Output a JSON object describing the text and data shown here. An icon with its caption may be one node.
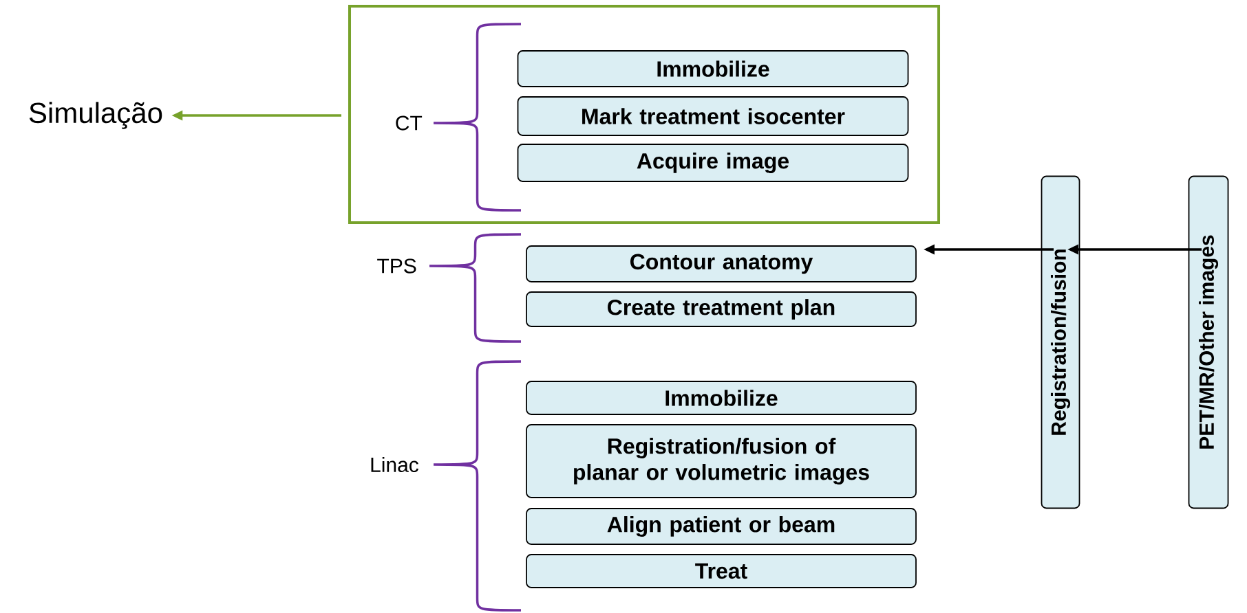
{
  "diagram": {
    "nodes": [
      {
        "text": [
          "Simulação"
        ]
      },
      {
        "text": [],
        "shape": "box"
      },
      {
        "text": [
          "Immobilize"
        ],
        "in": 1
      },
      {
        "text": [
          "Mark treatment isocenter"
        ],
        "in": 1
      },
      {
        "text": [
          "Acquire image"
        ],
        "in": 1
      },
      {
        "text": [
          "Contour anatomy"
        ]
      },
      {
        "text": [
          "Create treatment plan"
        ]
      },
      {
        "text": [
          "Immobilize"
        ]
      },
      {
        "text": [
          "Registration/fusion of planar or volumetric images"
        ]
      },
      {
        "text": [
          "Align patient or beam"
        ]
      },
      {
        "text": [
          "Treat"
        ]
      },
      {
        "text": [
          "Registration/fusion"
        ]
      },
      {
        "text": [
          "PET/MR/Other images"
        ]
      }
    ],
    "edges": [
      {
        "from": 1,
        "to": 0,
        "arrow": "to",
        "color": "#77a22b"
      },
      {
        "from": 11,
        "to": 5,
        "arrow": "to"
      },
      {
        "from": 12,
        "to": 11,
        "arrow": "to"
      }
    ],
    "labels": [
      "CT",
      "TPS",
      "Linac"
    ]
  }
}
